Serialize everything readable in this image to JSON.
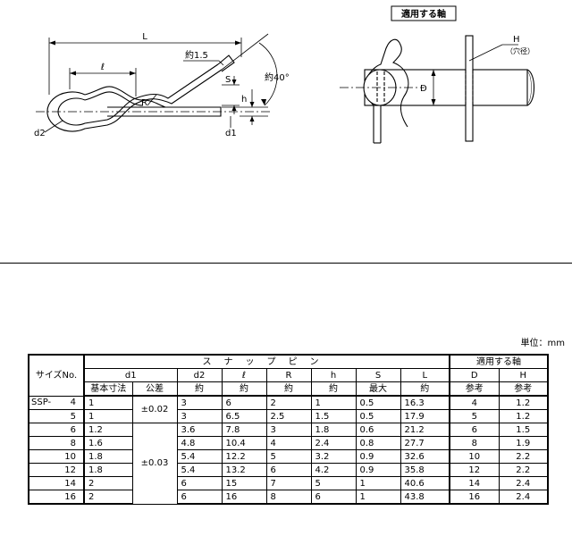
{
  "drawing": {
    "pin_labels": {
      "L": "L",
      "l": "ℓ",
      "approx_1_5": "約1.5",
      "approx_40": "約40°",
      "S": "S",
      "R": "R",
      "h": "h",
      "d2": "d2",
      "d1": "d1"
    },
    "shaft_labels": {
      "title": "適用する軸",
      "H": "H",
      "hole_dia": "（穴径）",
      "D": "D"
    }
  },
  "unit_label": "単位：mm",
  "table": {
    "header": {
      "size_no": "サイズNo.",
      "snap_pin": "スナップピン",
      "applicable_shaft": "適用する軸",
      "d1": "d1",
      "d2": "d2",
      "l": "ℓ",
      "R": "R",
      "h": "h",
      "S": "S",
      "L": "L",
      "D": "D",
      "H": "H",
      "nominal": "基本寸法",
      "tolerance": "公差",
      "approx": "約",
      "max": "最大",
      "reference": "参考"
    },
    "prefix": "SSP-",
    "tol_a": "±0.02",
    "tol_b": "±0.03",
    "rows": [
      {
        "no": "4",
        "d1": "1",
        "d2": "3",
        "l": "6",
        "R": "2",
        "h": "1",
        "S": "0.5",
        "L": "16.3",
        "D": "4",
        "H": "1.2"
      },
      {
        "no": "5",
        "d1": "1",
        "d2": "3",
        "l": "6.5",
        "R": "2.5",
        "h": "1.5",
        "S": "0.5",
        "L": "17.9",
        "D": "5",
        "H": "1.2"
      },
      {
        "no": "6",
        "d1": "1.2",
        "d2": "3.6",
        "l": "7.8",
        "R": "3",
        "h": "1.8",
        "S": "0.6",
        "L": "21.2",
        "D": "6",
        "H": "1.5"
      },
      {
        "no": "8",
        "d1": "1.6",
        "d2": "4.8",
        "l": "10.4",
        "R": "4",
        "h": "2.4",
        "S": "0.8",
        "L": "27.7",
        "D": "8",
        "H": "1.9"
      },
      {
        "no": "10",
        "d1": "1.8",
        "d2": "5.4",
        "l": "12.2",
        "R": "5",
        "h": "3.2",
        "S": "0.9",
        "L": "32.6",
        "D": "10",
        "H": "2.2"
      },
      {
        "no": "12",
        "d1": "1.8",
        "d2": "5.4",
        "l": "13.2",
        "R": "6",
        "h": "4.2",
        "S": "0.9",
        "L": "35.8",
        "D": "12",
        "H": "2.2"
      },
      {
        "no": "14",
        "d1": "2",
        "d2": "6",
        "l": "15",
        "R": "7",
        "h": "5",
        "S": "1",
        "L": "40.6",
        "D": "14",
        "H": "2.4"
      },
      {
        "no": "16",
        "d1": "2",
        "d2": "6",
        "l": "16",
        "R": "8",
        "h": "6",
        "S": "1",
        "L": "43.8",
        "D": "16",
        "H": "2.4"
      }
    ]
  }
}
